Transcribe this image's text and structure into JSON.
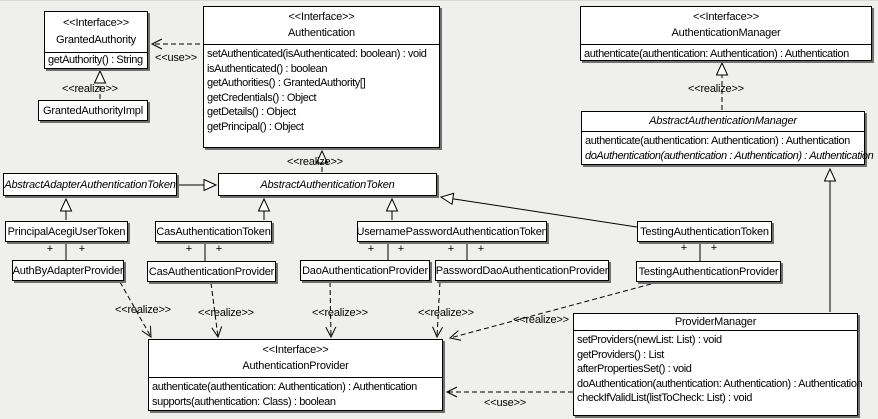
{
  "diagram": {
    "background_color": "#efefee",
    "box_fill": "#ffffff",
    "line_color": "#000000",
    "shadow_color": "#6f6f6f"
  },
  "labels": {
    "use": "<<use>>",
    "realize": "<<realize>>",
    "plus": "+"
  },
  "classes": {
    "granted_authority": {
      "stereotype": "<<Interface>>",
      "name": "GrantedAuthority",
      "methods": [
        "getAuthority() : String"
      ]
    },
    "granted_authority_impl": {
      "name": "GrantedAuthorityImpl"
    },
    "authentication": {
      "stereotype": "<<Interface>>",
      "name": "Authentication",
      "methods": [
        "setAuthenticated(isAuthenticated: boolean) : void",
        "isAuthenticated() : boolean",
        "getAuthorities() : GrantedAuthority[]",
        "getCredentials() : Object",
        "getDetails() : Object",
        "getPrincipal() : Object"
      ]
    },
    "authentication_manager": {
      "stereotype": "<<Interface>>",
      "name": "AuthenticationManager",
      "methods": [
        "authenticate(authentication: Authentication) : Authentication"
      ]
    },
    "abstract_authentication_manager": {
      "name": "AbstractAuthenticationManager",
      "methods": [
        "authenticate(authentication: Authentication) : Authentication",
        "doAuthentication(authentication : Authentication) : Authentication"
      ]
    },
    "abstract_adapter_authentication_token": {
      "name": "AbstractAdapterAuthenticationToken"
    },
    "abstract_authentication_token": {
      "name": "AbstractAuthenticationToken"
    },
    "principal_acegi_user_token": {
      "name": "PrincipalAcegiUserToken"
    },
    "cas_authentication_token": {
      "name": "CasAuthenticationToken"
    },
    "username_password_authentication_token": {
      "name": "UsernamePasswordAuthenticationToken"
    },
    "testing_authentication_token": {
      "name": "TestingAuthenticationToken"
    },
    "auth_by_adapter_provider": {
      "name": "AuthByAdapterProvider"
    },
    "cas_authentication_provider": {
      "name": "CasAuthenticationProvider"
    },
    "dao_authentication_provider": {
      "name": "DaoAuthenticationProvider"
    },
    "password_dao_authentication_provider": {
      "name": "PasswordDaoAuthenticationProvider"
    },
    "testing_authentication_provider": {
      "name": "TestingAuthenticationProvider"
    },
    "authentication_provider": {
      "stereotype": "<<Interface>>",
      "name": "AuthenticationProvider",
      "methods": [
        "authenticate(authentication: Authentication) : Authentication",
        "supports(authentication: Class) : boolean"
      ]
    },
    "provider_manager": {
      "name": "ProviderManager",
      "methods": [
        "setProviders(newList: List) : void",
        "getProviders() : List",
        "afterPropertiesSet() : void",
        "doAuthentication(authentication: Authentication) : Authentication",
        "checkIfValidList(listToCheck: List) : void"
      ]
    }
  }
}
